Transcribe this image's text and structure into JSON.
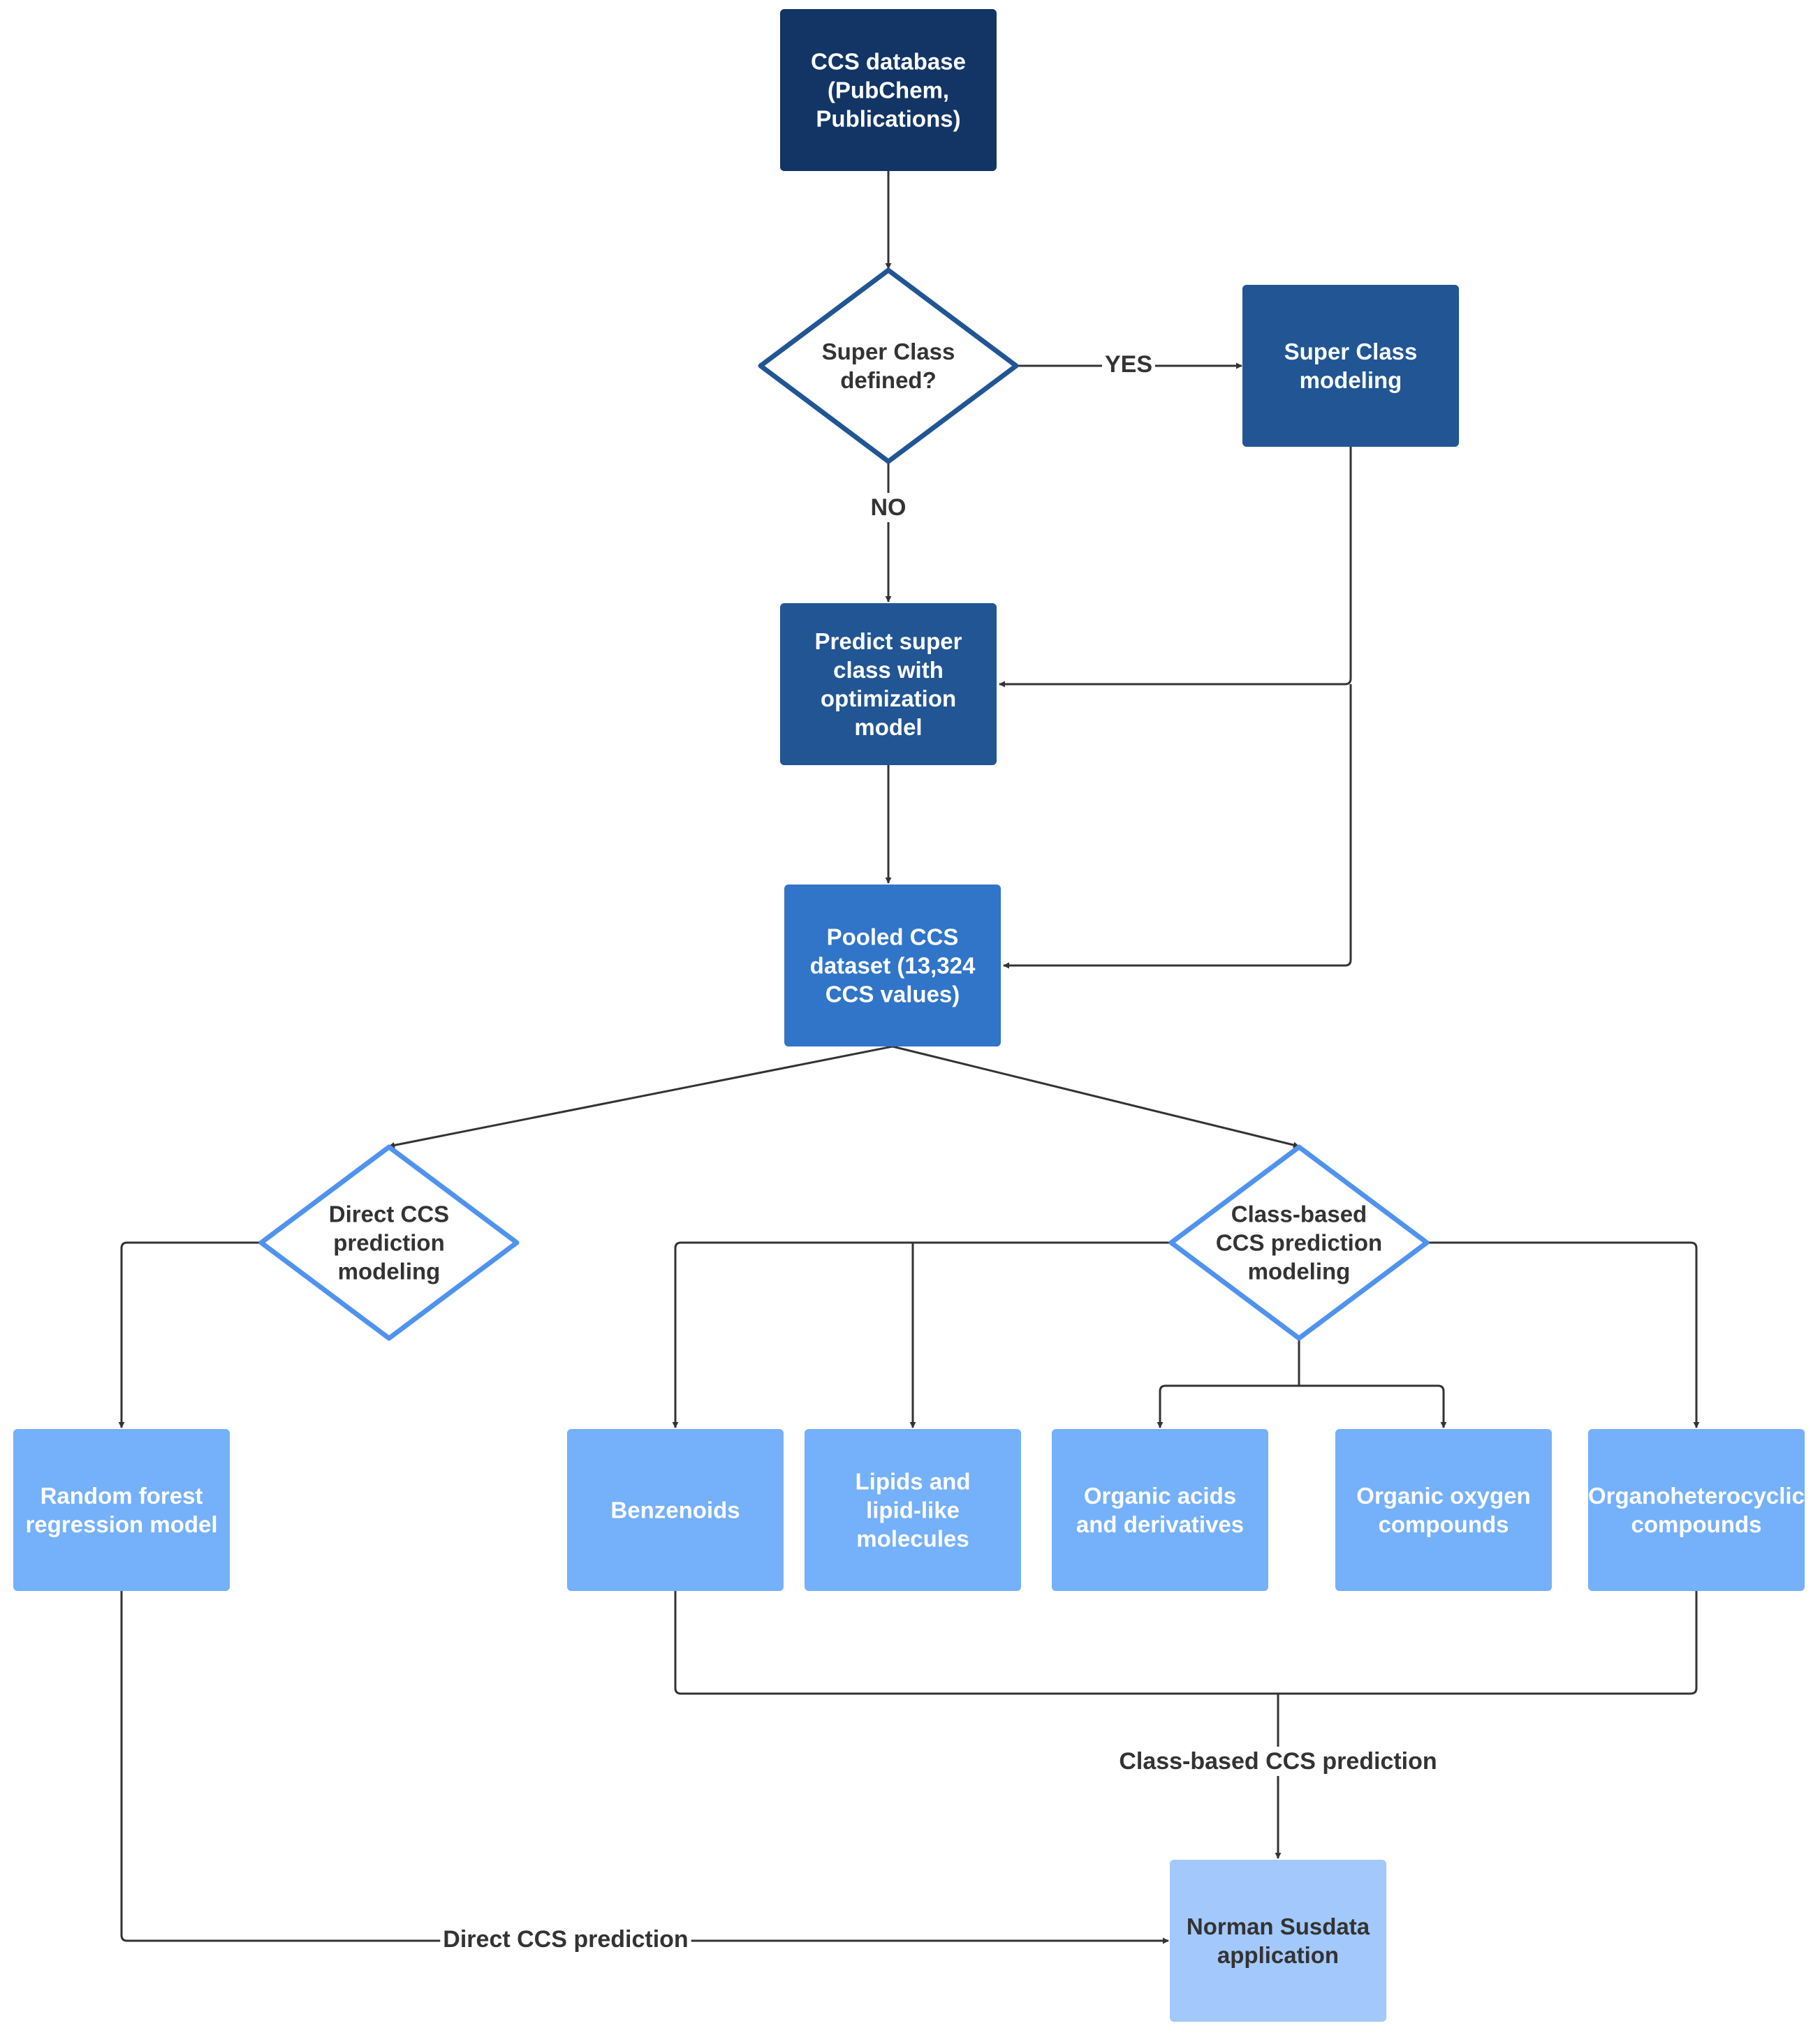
{
  "colors": {
    "navy": "#123566",
    "mid_blue": "#215594",
    "blue": "#3075c8",
    "light_blue": "#75b0fa",
    "pale_blue": "#a3c8fc",
    "diamond_dark_stroke": "#215594",
    "diamond_light_stroke": "#4f93ee",
    "edge": "#333333",
    "white_text": "#ffffff",
    "dark_text": "#333333"
  },
  "nodes": {
    "ccs_database": [
      "CCS database",
      "(PubChem,",
      "Publications)"
    ],
    "super_class_defined": [
      "Super Class",
      "defined?"
    ],
    "super_class_modeling": [
      "Super Class",
      "modeling"
    ],
    "predict_super_class": [
      "Predict super",
      "class with",
      "optimization",
      "model"
    ],
    "pooled_dataset": [
      "Pooled CCS",
      "dataset (13,324",
      "CCS values)"
    ],
    "direct_modeling": [
      "Direct CCS",
      "prediction",
      "modeling"
    ],
    "class_based_modeling": [
      "Class-based",
      "CCS prediction",
      "modeling"
    ],
    "random_forest": [
      "Random forest",
      "regression model"
    ],
    "benzenoids": [
      "Benzenoids"
    ],
    "lipids": [
      "Lipids and",
      "lipid-like",
      "molecules"
    ],
    "organic_acids": [
      "Organic acids",
      "and derivatives"
    ],
    "organic_oxygen": [
      "Organic oxygen",
      "compounds"
    ],
    "organoheterocyclic": [
      "Organoheterocyclic",
      "compounds"
    ],
    "norman": [
      "Norman Susdata",
      "application"
    ]
  },
  "edge_labels": {
    "yes": "YES",
    "no": "NO",
    "class_based_prediction": "Class-based CCS prediction",
    "direct_prediction": "Direct CCS prediction"
  }
}
